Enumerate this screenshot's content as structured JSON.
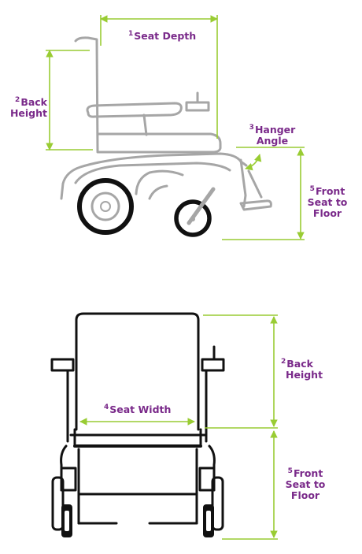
{
  "colors": {
    "dimension": "#99cc33",
    "label": "#7a2a8a",
    "side_outline": "#a6a6a6",
    "front_outline": "#111111"
  },
  "side_view": {
    "seat_depth": {
      "number": "1",
      "text": "Seat Depth"
    },
    "back_height": {
      "number": "2",
      "line1": "Back",
      "line2": "Height"
    },
    "hanger_angle": {
      "number": "3",
      "line1": "Hanger",
      "line2": "Angle"
    },
    "front_seat_to_floor": {
      "number": "5",
      "line1": "Front",
      "line2": "Seat to",
      "line3": "Floor"
    }
  },
  "front_view": {
    "seat_width": {
      "number": "4",
      "text": "Seat Width"
    },
    "back_height": {
      "number": "2",
      "line1": "Back",
      "line2": "Height"
    },
    "front_seat_to_floor": {
      "number": "5",
      "line1": "Front",
      "line2": "Seat to",
      "line3": "Floor"
    }
  }
}
